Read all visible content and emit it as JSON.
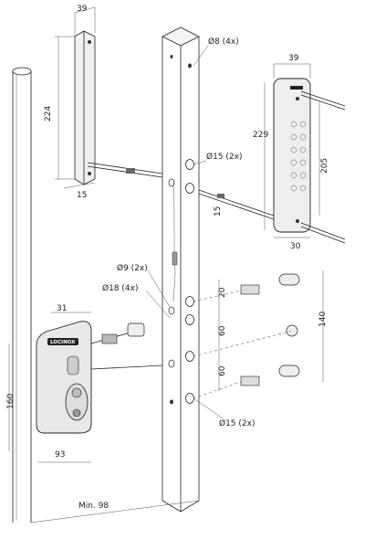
{
  "diagram": {
    "brand_logo": "LOCINOX",
    "labels": {
      "top_bracket_width": "39",
      "bracket_height": "224",
      "bracket_offset": "15",
      "hole_top": "Ø8 (4x)",
      "hole_mid": "Ø15 (2x)",
      "keypad_width_top": "39",
      "keypad_height_outer": "229",
      "keypad_height_inner": "205",
      "keypad_bottom": "30",
      "post_offset": "15",
      "hole_small": "Ø9 (2x)",
      "hole_medium": "Ø18 (4x)",
      "spacing_top": "20",
      "spacing_mid": "60",
      "spacing_low": "60",
      "spacing_total": "140",
      "lock_depth": "31",
      "lock_height": "160",
      "lock_width": "93",
      "hole_bottom": "Ø15 (2x)",
      "min_distance": "Min. 98"
    },
    "icons": [
      "ruler-icon",
      "screw-icon",
      "lock-box-icon",
      "keypad-icon"
    ]
  }
}
